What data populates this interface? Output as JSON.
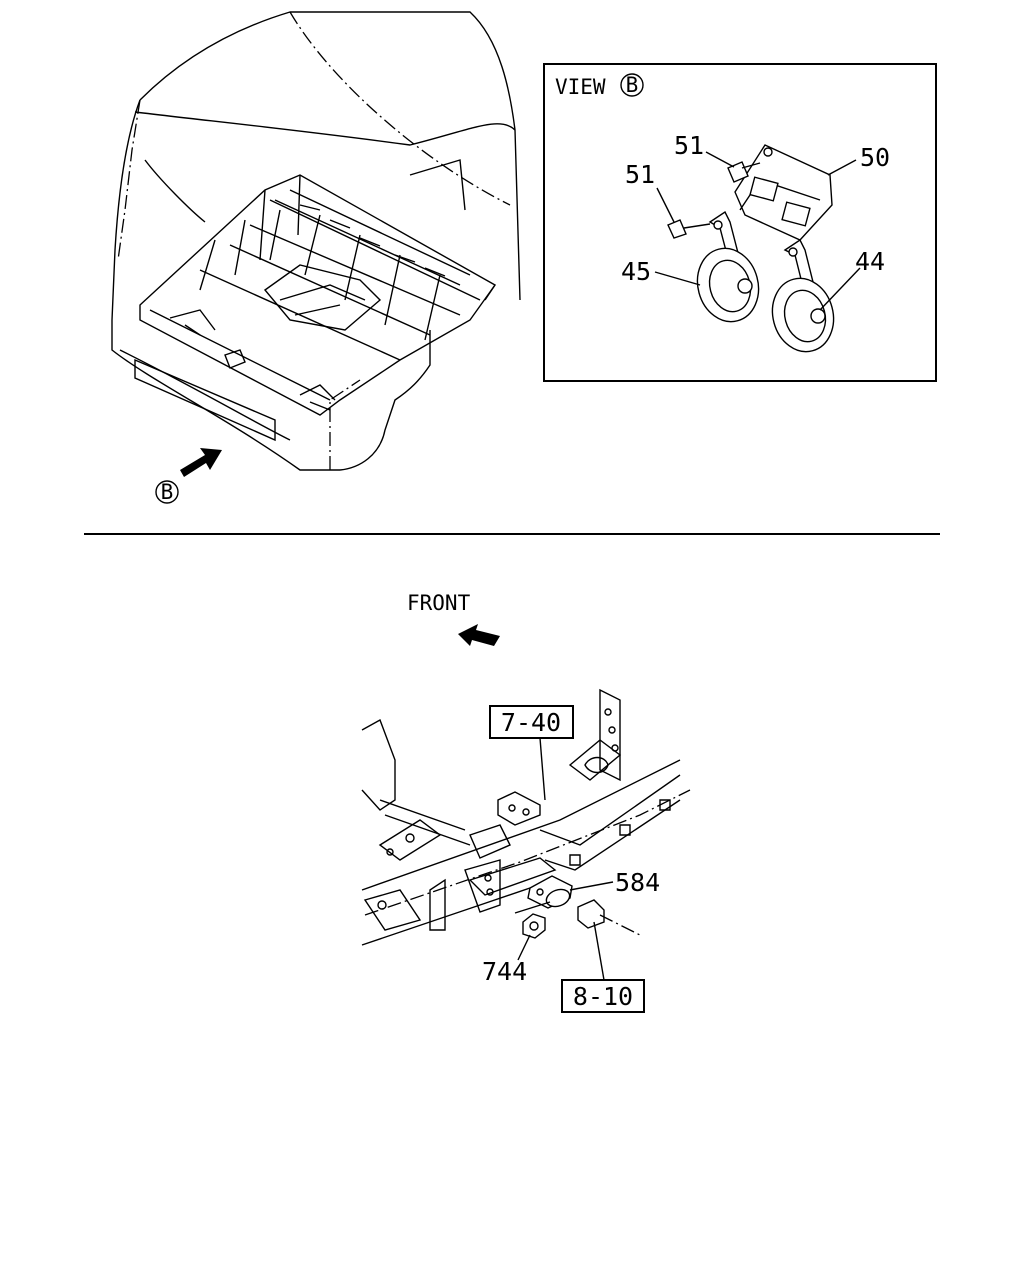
{
  "view_panel": {
    "title": "VIEW",
    "title_marker": "B"
  },
  "view_marker": "B",
  "front_label": "FRONT",
  "callouts": {
    "c51_top": "51",
    "c51_left": "51",
    "c50": "50",
    "c45": "45",
    "c44": "44",
    "c584": "584",
    "c744": "744"
  },
  "refs": {
    "r740": "7-40",
    "r810": "8-10"
  }
}
